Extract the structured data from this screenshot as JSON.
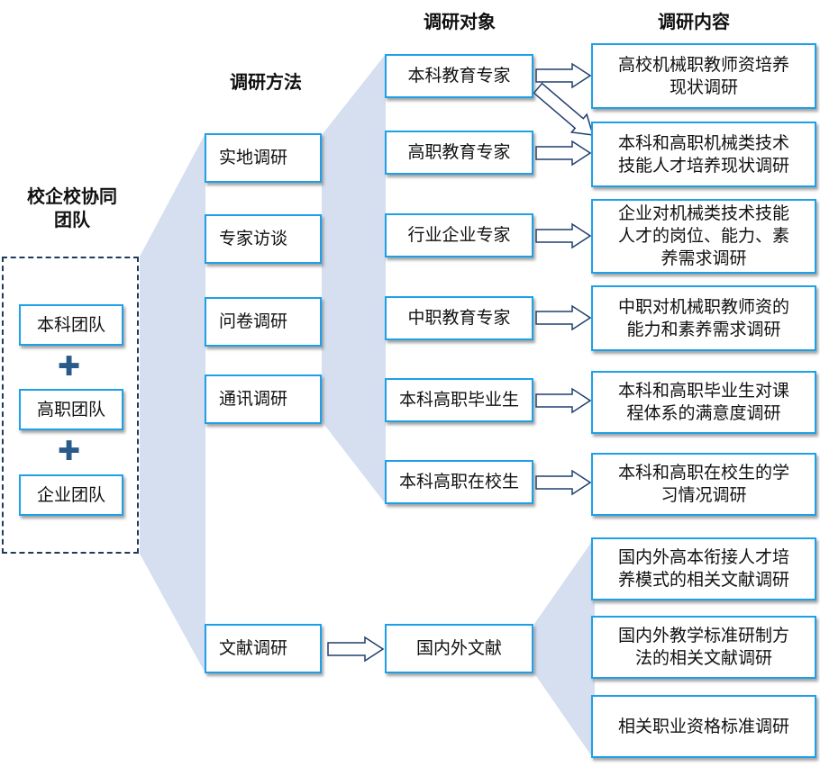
{
  "headers": {
    "method": "调研方法",
    "object": "调研对象",
    "content": "调研内容"
  },
  "team": {
    "title_line1": "校企校协同",
    "title_line2": "团队",
    "members": [
      "本科团队",
      "高职团队",
      "企业团队"
    ],
    "plus_glyph": "✚"
  },
  "methods": [
    "实地调研",
    "专家访谈",
    "问卷调研",
    "通讯调研",
    "文献调研"
  ],
  "objects": [
    "本科教育专家",
    "高职教育专家",
    "行业企业专家",
    "中职教育专家",
    "本科高职毕业生",
    "本科高职在校生",
    "国内外文献"
  ],
  "contents": [
    [
      "高校机械职教师资培养",
      "现状调研"
    ],
    [
      "本科和高职机械类技术",
      "技能人才培养现状调研"
    ],
    [
      "企业对机械类技术技能",
      "人才的岗位、能力、素",
      "养需求调研"
    ],
    [
      "中职对机械职教师资的",
      "能力和素养需求调研"
    ],
    [
      "本科和高职毕业生对课",
      "程体系的满意度调研"
    ],
    [
      "本科和高职在校生的学",
      "习情况调研"
    ],
    [
      "国内外高本衔接人才培",
      "养模式的相关文献调研"
    ],
    [
      "国内外教学标准研制方",
      "法的相关文献调研"
    ],
    [
      "相关职业资格标准调研"
    ]
  ],
  "colors": {
    "box_border": "#1ea0e8",
    "fan_fill": "#d5dff0",
    "arrow_fill": "#ffffff",
    "arrow_stroke": "#1f3f6e",
    "team_border": "#1f3a5a"
  }
}
